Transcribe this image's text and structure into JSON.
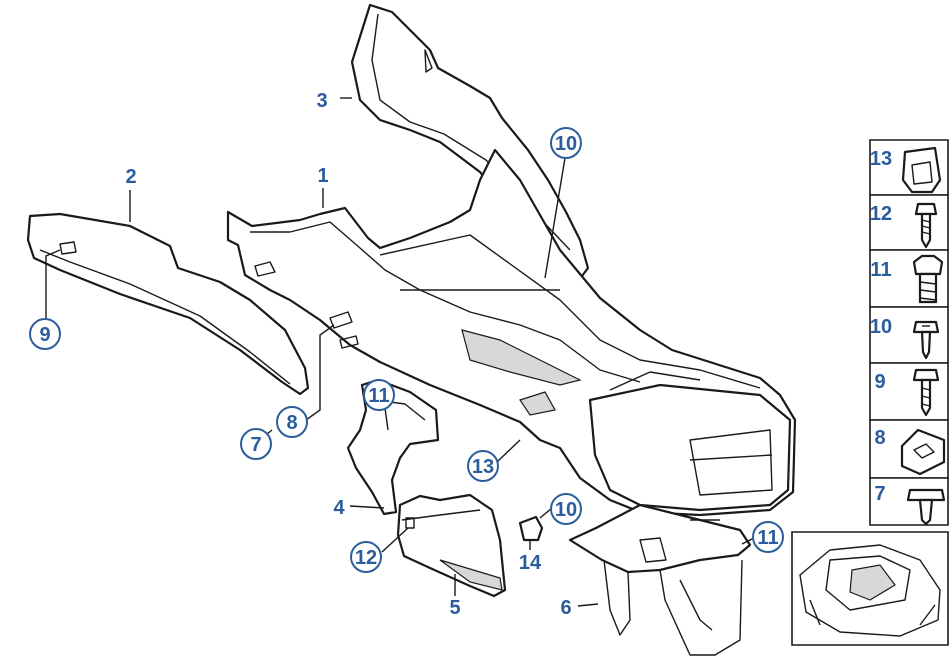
{
  "colors": {
    "label": "#2b5d9c",
    "line": "#1a1a1a",
    "background": "#ffffff"
  },
  "callouts": {
    "c1": "1",
    "c2": "2",
    "c3": "3",
    "c4": "4",
    "c5": "5",
    "c6": "6",
    "c7": "7",
    "c8": "8",
    "c9": "9",
    "c10a": "10",
    "c10b": "10",
    "c11a": "11",
    "c11b": "11",
    "c12": "12",
    "c13": "13",
    "c14": "14"
  },
  "legend": [
    {
      "num": "13",
      "icon": "clip-icon"
    },
    {
      "num": "12",
      "icon": "screw-icon"
    },
    {
      "num": "11",
      "icon": "hex-bolt-icon"
    },
    {
      "num": "10",
      "icon": "pan-screw-icon"
    },
    {
      "num": "9",
      "icon": "tapping-screw-icon"
    },
    {
      "num": "8",
      "icon": "speed-nut-icon"
    },
    {
      "num": "7",
      "icon": "rivet-icon"
    }
  ]
}
